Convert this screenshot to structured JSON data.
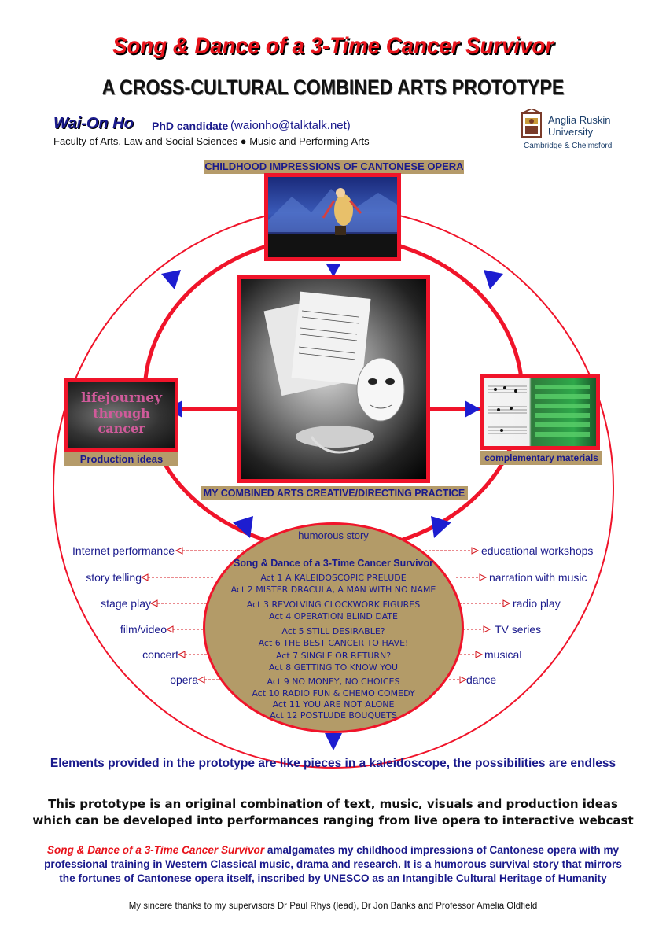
{
  "header": {
    "title": "Song & Dance of a 3-Time Cancer Survivor",
    "subtitle": "A CROSS-CULTURAL COMBINED ARTS PROTOTYPE",
    "author": "Wai-On Ho",
    "role": "PhD candidate",
    "email": "(waionho@talktalk.net)",
    "faculty": "Faculty of Arts, Law and Social Sciences  ●  Music and Performing Arts"
  },
  "university": {
    "name_line1": "Anglia Ruskin",
    "name_line2": "University",
    "campus": "Cambridge & Chelmsford"
  },
  "diagram": {
    "top_label": "CHILDHOOD IMPRESSIONS OF CANTONESE OPERA",
    "center_label": "MY COMBINED ARTS CREATIVE/DIRECTING PRACTICE",
    "left_label": "Production   ideas",
    "right_label": "complementary materials",
    "left_image_text_1": "lifejourney",
    "left_image_text_2": "through cancer",
    "oval_header": "humorous story",
    "oval_title": "Song & Dance of a 3-Time Cancer Survivor",
    "acts": [
      "Act 1 A KALEIDOSCOPIC PRELUDE",
      "Act 2 MISTER DRACULA, A MAN WITH NO NAME",
      "Act 3 REVOLVING CLOCKWORK FIGURES",
      "Act 4 OPERATION BLIND DATE",
      "Act 5 STILL DESIRABLE?",
      "Act 6 THE BEST CANCER TO HAVE!",
      "Act 7 SINGLE OR RETURN?",
      "Act 8 GETTING TO KNOW YOU",
      "Act 9 NO MONEY, NO CHOICES",
      "Act 10 RADIO FUN & CHEMO COMEDY",
      "Act 11 YOU ARE NOT ALONE",
      "Act 12 POSTLUDE BOUQUETS"
    ],
    "left_outputs": [
      "Internet performance",
      "story telling",
      "stage play",
      "film/video",
      "concert",
      "opera"
    ],
    "right_outputs": [
      "educational workshops",
      "narration with music",
      "radio play",
      "TV series",
      "musical",
      "dance"
    ]
  },
  "footer": {
    "kaleidoscope": "Elements provided in the prototype are like pieces in a kaleidoscope, the possibilities are endless",
    "para1_line1": "This prototype is an original combination of text, music, visuals and production ideas",
    "para1_line2": "which can be developed into performances ranging from live opera to interactive webcast",
    "para2_em": "Song & Dance of a 3-Time Cancer Survivor",
    "para2_rest1": " amalgamates my childhood impressions of Cantonese opera with my",
    "para2_line2": "professional training in Western Classical music, drama and research.  It is a humorous survival story that mirrors",
    "para2_line3": "the fortunes of Cantonese opera itself, inscribed by UNESCO as an Intangible Cultural Heritage of Humanity",
    "thanks": "My sincere thanks to my supervisors Dr Paul Rhys (lead), Dr Jon Banks and Professor Amelia Oldfield"
  },
  "colors": {
    "accent_red": "#f0142a",
    "navy": "#1a1a8c",
    "label_tan": "#b59b6a"
  }
}
